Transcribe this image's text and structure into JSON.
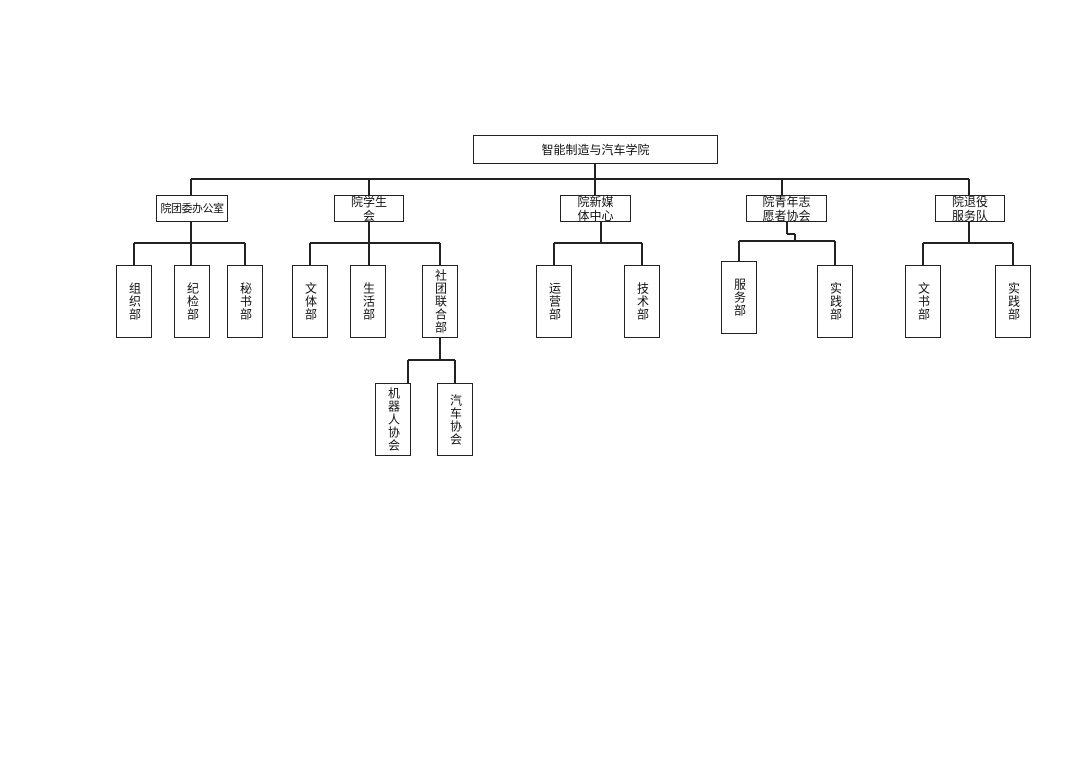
{
  "org": {
    "root": "智能制造与汽车学院",
    "office": "院团委办公室",
    "office_depts": [
      "组织部",
      "纪检部",
      "秘书部"
    ],
    "student_union": "院学生\n会",
    "union_depts": [
      "文体部",
      "生活部",
      "社团联合部"
    ],
    "club_depts": [
      "机器人协会",
      "汽车协会"
    ],
    "media_center": "院新媒\n体中心",
    "media_depts": [
      "运营部",
      "技术部"
    ],
    "volunteers": "院青年志\n愿者协会",
    "volunteer_depts": [
      "服务部",
      "实践部"
    ],
    "veterans": "院退役\n服务队",
    "veteran_depts": [
      "文书部",
      "实践部"
    ]
  }
}
